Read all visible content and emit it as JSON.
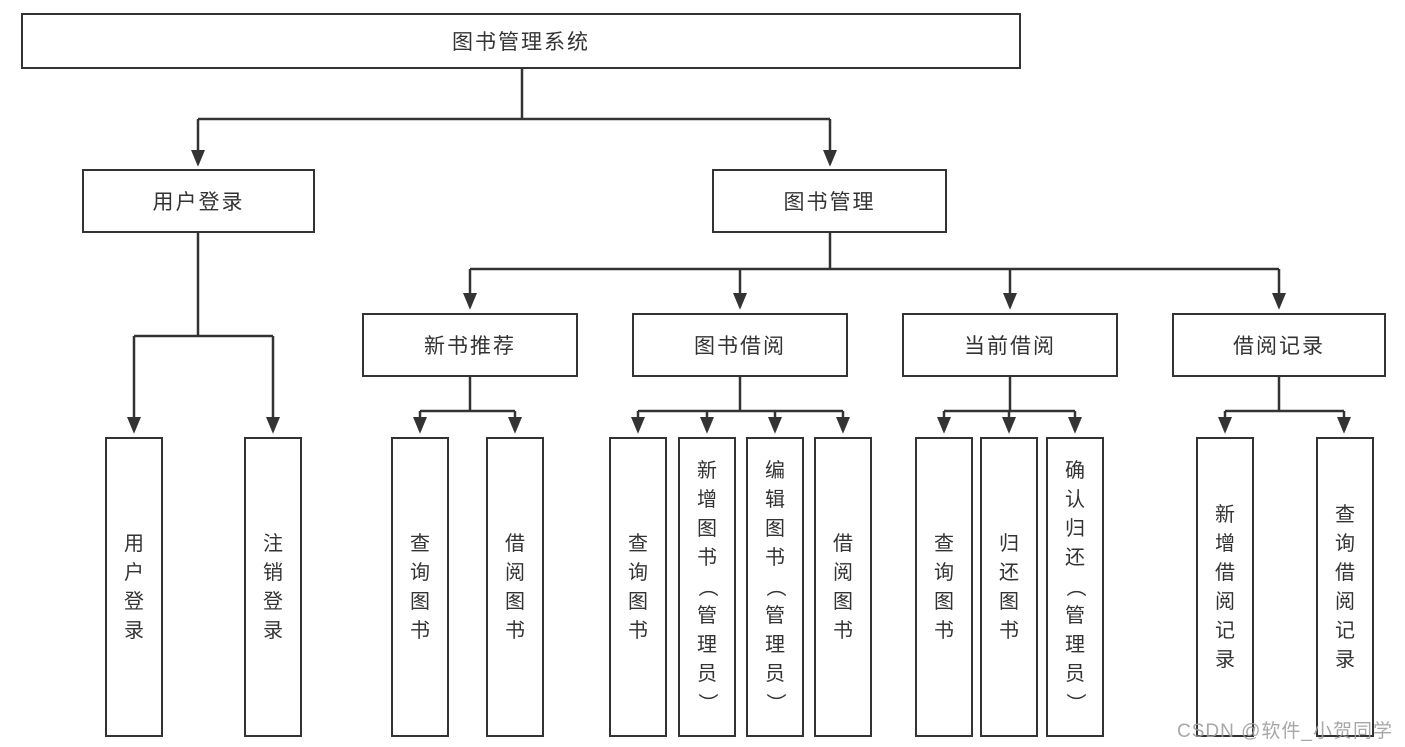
{
  "tree": {
    "label": "图书管理系统",
    "children": [
      {
        "label": "用户登录",
        "children": [
          {
            "label": "用户登录"
          },
          {
            "label": "注销登录"
          }
        ]
      },
      {
        "label": "图书管理",
        "children": [
          {
            "label": "新书推荐",
            "children": [
              {
                "label": "查询图书"
              },
              {
                "label": "借阅图书"
              }
            ]
          },
          {
            "label": "图书借阅",
            "children": [
              {
                "label": "查询图书"
              },
              {
                "label": "新增图书（管理员）"
              },
              {
                "label": "编辑图书（管理员）"
              },
              {
                "label": "借阅图书"
              }
            ]
          },
          {
            "label": "当前借阅",
            "children": [
              {
                "label": "查询图书"
              },
              {
                "label": "归还图书"
              },
              {
                "label": "确认归还（管理员）"
              }
            ]
          },
          {
            "label": "借阅记录",
            "children": [
              {
                "label": "新增借阅记录"
              },
              {
                "label": "查询借阅记录"
              }
            ]
          }
        ]
      }
    ]
  },
  "watermark": {
    "text": "CSDN @软件_小贺同学"
  },
  "colors": {
    "line": "#333333",
    "box_border": "#333333",
    "box_fill": "#ffffff",
    "text": "#333333",
    "watermark": "#9e9e9e",
    "background": "#ffffff"
  }
}
